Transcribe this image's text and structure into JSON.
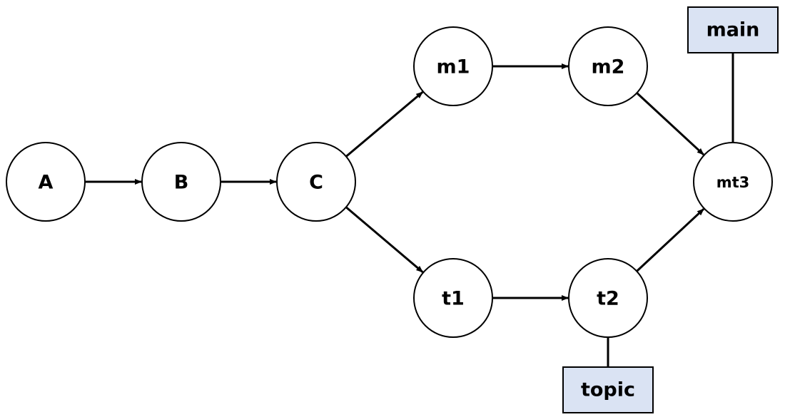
{
  "colors": {
    "node_fill": "#ffffff",
    "stroke": "#000000",
    "ref_box_fill": "#dae3f3"
  },
  "nodes": [
    {
      "id": "A",
      "label": "A"
    },
    {
      "id": "B",
      "label": "B"
    },
    {
      "id": "C",
      "label": "C"
    },
    {
      "id": "m1",
      "label": "m1"
    },
    {
      "id": "m2",
      "label": "m2"
    },
    {
      "id": "t1",
      "label": "t1"
    },
    {
      "id": "t2",
      "label": "t2"
    },
    {
      "id": "mt3",
      "label": "mt3"
    }
  ],
  "edges": [
    {
      "from": "A",
      "to": "B"
    },
    {
      "from": "B",
      "to": "C"
    },
    {
      "from": "C",
      "to": "m1"
    },
    {
      "from": "m1",
      "to": "m2"
    },
    {
      "from": "m2",
      "to": "mt3"
    },
    {
      "from": "C",
      "to": "t1"
    },
    {
      "from": "t1",
      "to": "t2"
    },
    {
      "from": "t2",
      "to": "mt3"
    }
  ],
  "refs": [
    {
      "id": "main",
      "label": "main",
      "points_to": "mt3"
    },
    {
      "id": "topic",
      "label": "topic",
      "points_to": "t2"
    }
  ]
}
